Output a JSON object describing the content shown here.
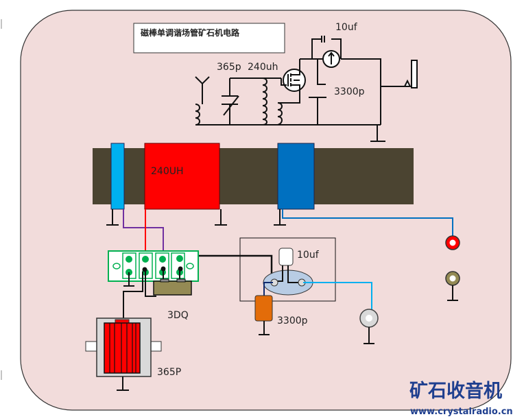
{
  "title": "磁棒单调谐场管矿石机电路",
  "schematic": {
    "cap_variable": "365p",
    "coil": "240uh",
    "cap_feedback": "10uf",
    "cap_bypass": "3300p"
  },
  "layout_labels": {
    "coil": "240UH",
    "transistor": "3DQ",
    "tuning_cap": "365P",
    "electrolytic": "10uf",
    "ceramic": "3300p"
  },
  "logo": {
    "text": "矿石收音机",
    "url": "www.crystalradio.cn"
  },
  "colors": {
    "background": "#f2dcdb",
    "rod": "#4b4431",
    "coil": "#ff0000",
    "sleeve_light": "#00b0f0",
    "sleeve_dark": "#0070c0",
    "terminal_block": "#00b050",
    "logo": "#1f3f8f"
  }
}
